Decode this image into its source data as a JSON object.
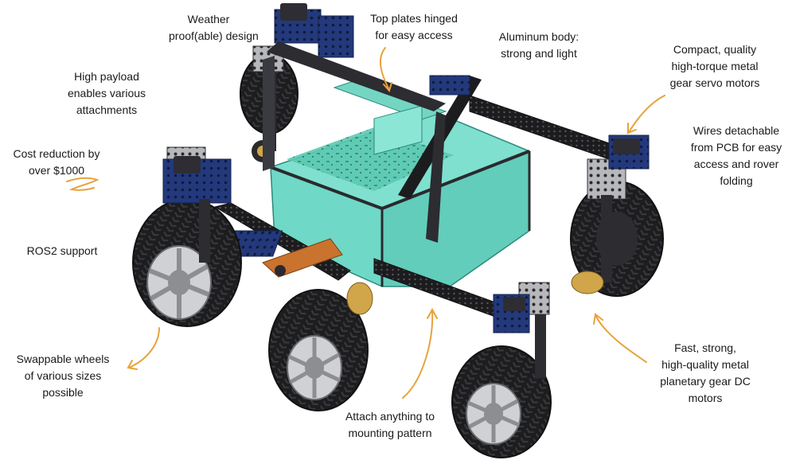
{
  "colors": {
    "arrow": "#e8a23c",
    "frame_black": "#1c1c1f",
    "frame_dark": "#2c2c31",
    "frame_mid": "#55565c",
    "plate_grey": "#b7b8bb",
    "bracket_blue": "#23397c",
    "bracket_blue_light": "#3b5cb0",
    "body_teal": "#6fd8c6",
    "body_teal_dark": "#3fae9c",
    "pcb_green": "#4fc0a6",
    "tire": "#1d1d1f",
    "rim": "#cfd1d4",
    "motor_gold": "#d1a64a",
    "rocker_orange": "#c9732f",
    "text": "#1a1a1a"
  },
  "annotations": [
    {
      "id": "weather",
      "lines": [
        "Weather",
        "proof(able) design"
      ]
    },
    {
      "id": "top-plates",
      "lines": [
        "Top plates hinged",
        "for easy access"
      ]
    },
    {
      "id": "aluminum",
      "lines": [
        "Aluminum body:",
        "strong and light"
      ]
    },
    {
      "id": "servo",
      "lines": [
        "Compact, quality",
        "high-torque metal",
        "gear servo motors"
      ]
    },
    {
      "id": "payload",
      "lines": [
        "High payload",
        "enables various",
        "attachments"
      ]
    },
    {
      "id": "cost",
      "lines": [
        "Cost reduction by",
        "over $1000"
      ]
    },
    {
      "id": "wires",
      "lines": [
        "Wires detachable",
        "from PCB for easy",
        "access and rover",
        "folding"
      ]
    },
    {
      "id": "ros2",
      "lines": [
        "ROS2 support"
      ]
    },
    {
      "id": "wheels",
      "lines": [
        "Swappable wheels",
        "of various sizes",
        "possible"
      ]
    },
    {
      "id": "dc-motors",
      "lines": [
        "Fast, strong,",
        "high-quality metal",
        "planetary gear DC",
        "motors"
      ]
    },
    {
      "id": "mounting",
      "lines": [
        "Attach anything to",
        "mounting pattern"
      ]
    }
  ]
}
